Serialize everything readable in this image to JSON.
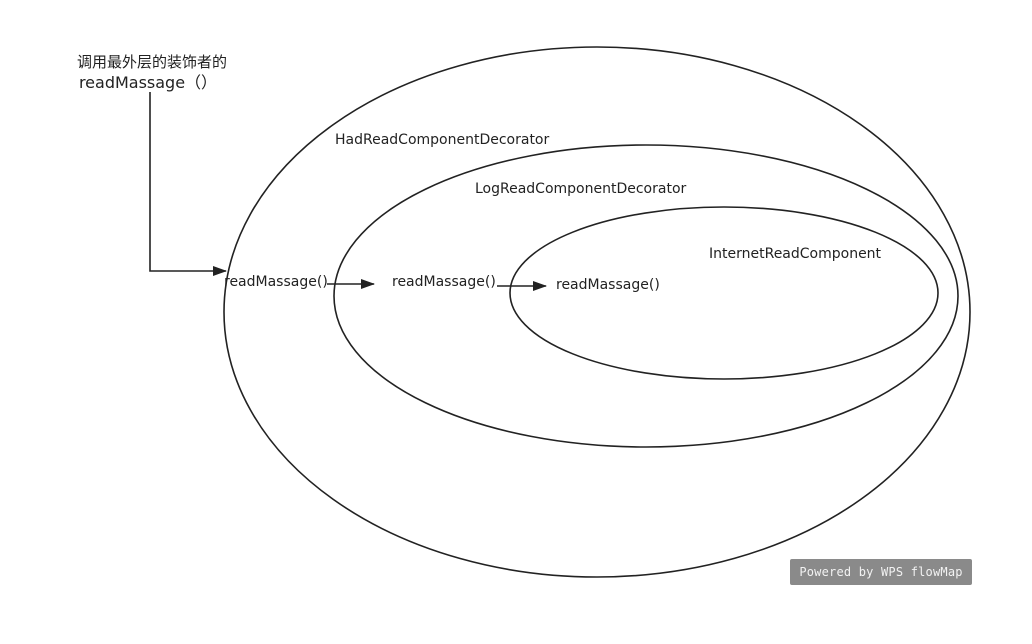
{
  "diagram": {
    "start_note": {
      "line1": "调用最外层的装饰者的",
      "line2": "readMassage（）"
    },
    "layers": [
      {
        "id": "outer",
        "title": "",
        "method": "readMassage()"
      },
      {
        "id": "middle",
        "title": "HadReadComponentDecorator",
        "method": "readMassage()"
      },
      {
        "id": "inner",
        "title": "LogReadComponentDecorator",
        "method": "readMassage()"
      },
      {
        "id": "core",
        "title": "InternetReadComponent",
        "method": ""
      }
    ],
    "watermark": "Powered by WPS flowMap"
  }
}
